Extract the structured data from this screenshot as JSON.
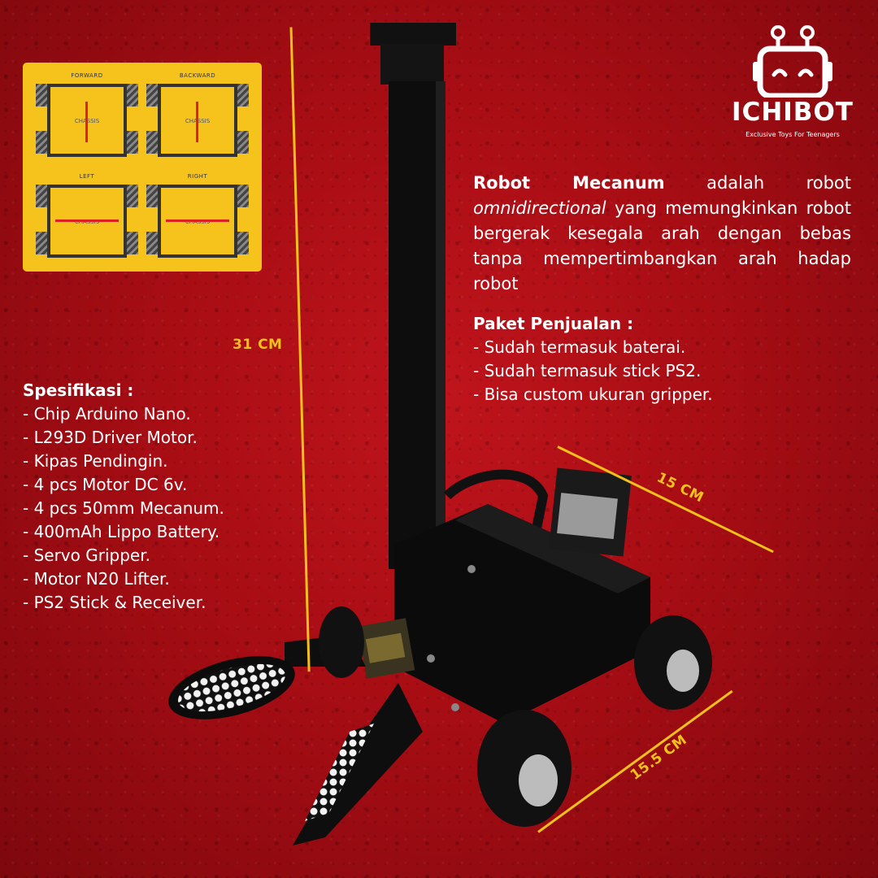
{
  "brand": {
    "name": "ICHIBOT",
    "tagline": "Exclusive Toys For Teenagers"
  },
  "diagram": {
    "cells": [
      {
        "caption": "FORWARD",
        "chassis": "CHASSIS"
      },
      {
        "caption": "BACKWARD",
        "chassis": "CHASSIS"
      },
      {
        "caption": "LEFT",
        "chassis": "CHASSIS"
      },
      {
        "caption": "RIGHT",
        "chassis": "CHASSIS"
      }
    ]
  },
  "dimensions": {
    "height": "31 CM",
    "width": "15 CM",
    "length": "15.5 CM"
  },
  "description": {
    "bold": "Robot Mecanum",
    "part1": " adalah robot ",
    "italic": "omnidirectional",
    "part2": " yang memungkinkan robot bergerak kesegala arah dengan bebas tanpa mempertimbangkan arah hadap robot"
  },
  "package": {
    "title": "Paket Penjualan :",
    "items": [
      "- Sudah termasuk baterai.",
      "- Sudah termasuk stick PS2.",
      "- Bisa custom ukuran gripper."
    ]
  },
  "specs": {
    "title": "Spesifikasi :",
    "items": [
      "- Chip Arduino Nano.",
      "- L293D Driver Motor.",
      "- Kipas Pendingin.",
      "- 4 pcs Motor DC 6v.",
      "- 4 pcs 50mm Mecanum.",
      "- 400mAh Lippo Battery.",
      "- Servo Gripper.",
      "- Motor N20 Lifter.",
      "- PS2 Stick & Receiver."
    ]
  },
  "colors": {
    "background": "#b00f17",
    "accent": "#f2c01b"
  }
}
